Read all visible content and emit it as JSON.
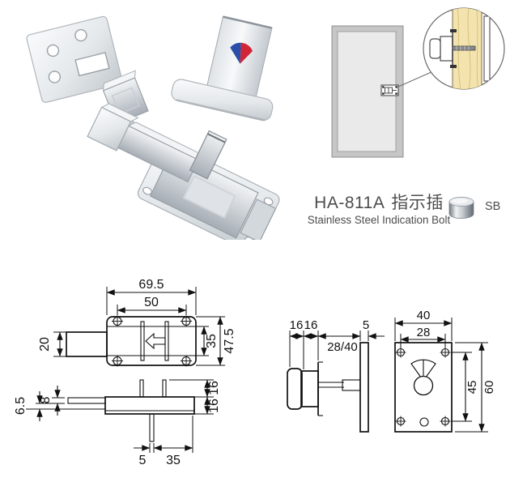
{
  "product": {
    "model": "HA-811A",
    "name_zh": "指示插",
    "name_en": "Stainless Steel Indication Bolt",
    "finish_code": "SB"
  },
  "colors": {
    "indicator_blue": "#2b4ea8",
    "indicator_red": "#d02637",
    "wood": "#f3e3ae",
    "wood_grain": "#d8c17c",
    "door_frame": "#c6c6c6",
    "door_panel": "#eaeaea",
    "line": "#111111",
    "title_text": "#4d4d4d"
  },
  "drawings": {
    "bolt_top_view": {
      "overall_length": "69.5",
      "screw_spacing": "50",
      "bolt_height": "20",
      "case_height": "35",
      "plate_height": "47.5"
    },
    "bolt_side_view": {
      "bolt_thickness": "8",
      "bolt_offset": "6.5",
      "spindle_width": "5",
      "spindle_to_end": "35",
      "upper_gap": "16",
      "lower_gap": "16"
    },
    "indicator_side_view": {
      "knob_depth": "16",
      "case_depth": "16",
      "door_thickness": "28/40",
      "plate_thickness": "5"
    },
    "indicator_front_view": {
      "plate_width": "40",
      "hole_spacing_h": "28",
      "hole_spacing_v": "45",
      "plate_height": "60"
    }
  }
}
